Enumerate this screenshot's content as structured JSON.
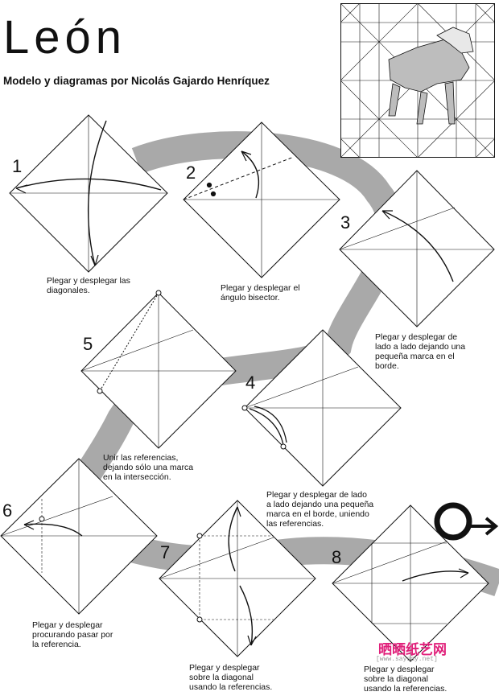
{
  "header": {
    "title": "León",
    "subtitle": "Modelo y diagramas por Nicolás Gajardo Henríquez"
  },
  "steps": [
    {
      "number": "1",
      "caption": [
        "Plegar y desplegar las",
        "diagonales."
      ]
    },
    {
      "number": "2",
      "caption": [
        "Plegar y desplegar el",
        "ángulo bisector."
      ]
    },
    {
      "number": "3",
      "caption": [
        "Plegar y desplegar de",
        "lado a lado dejando una",
        "pequeña marca en el",
        "borde."
      ]
    },
    {
      "number": "4",
      "caption": [
        "Plegar y desplegar de lado",
        "a lado dejando una pequeña",
        "marca en el borde, uniendo",
        "las referencias."
      ]
    },
    {
      "number": "5",
      "caption": [
        "Unir las referencias,",
        "dejando sólo una marca",
        "en la intersección."
      ]
    },
    {
      "number": "6",
      "caption": [
        "Plegar y desplegar",
        "procurando pasar por",
        "la referencia."
      ]
    },
    {
      "number": "7",
      "caption": [
        "Plegar y desplegar",
        "sobre la diagonal",
        "usando la referencias."
      ]
    },
    {
      "number": "8",
      "caption": [
        "Plegar y desplegar",
        "sobre la diagonal",
        "usando la referencias."
      ]
    }
  ],
  "watermark": {
    "text": "晒晒纸艺网",
    "url": "[www.saysay.net]"
  },
  "colors": {
    "band": "#a9a9a9",
    "ink": "#111111",
    "accent": "#e0207a"
  }
}
